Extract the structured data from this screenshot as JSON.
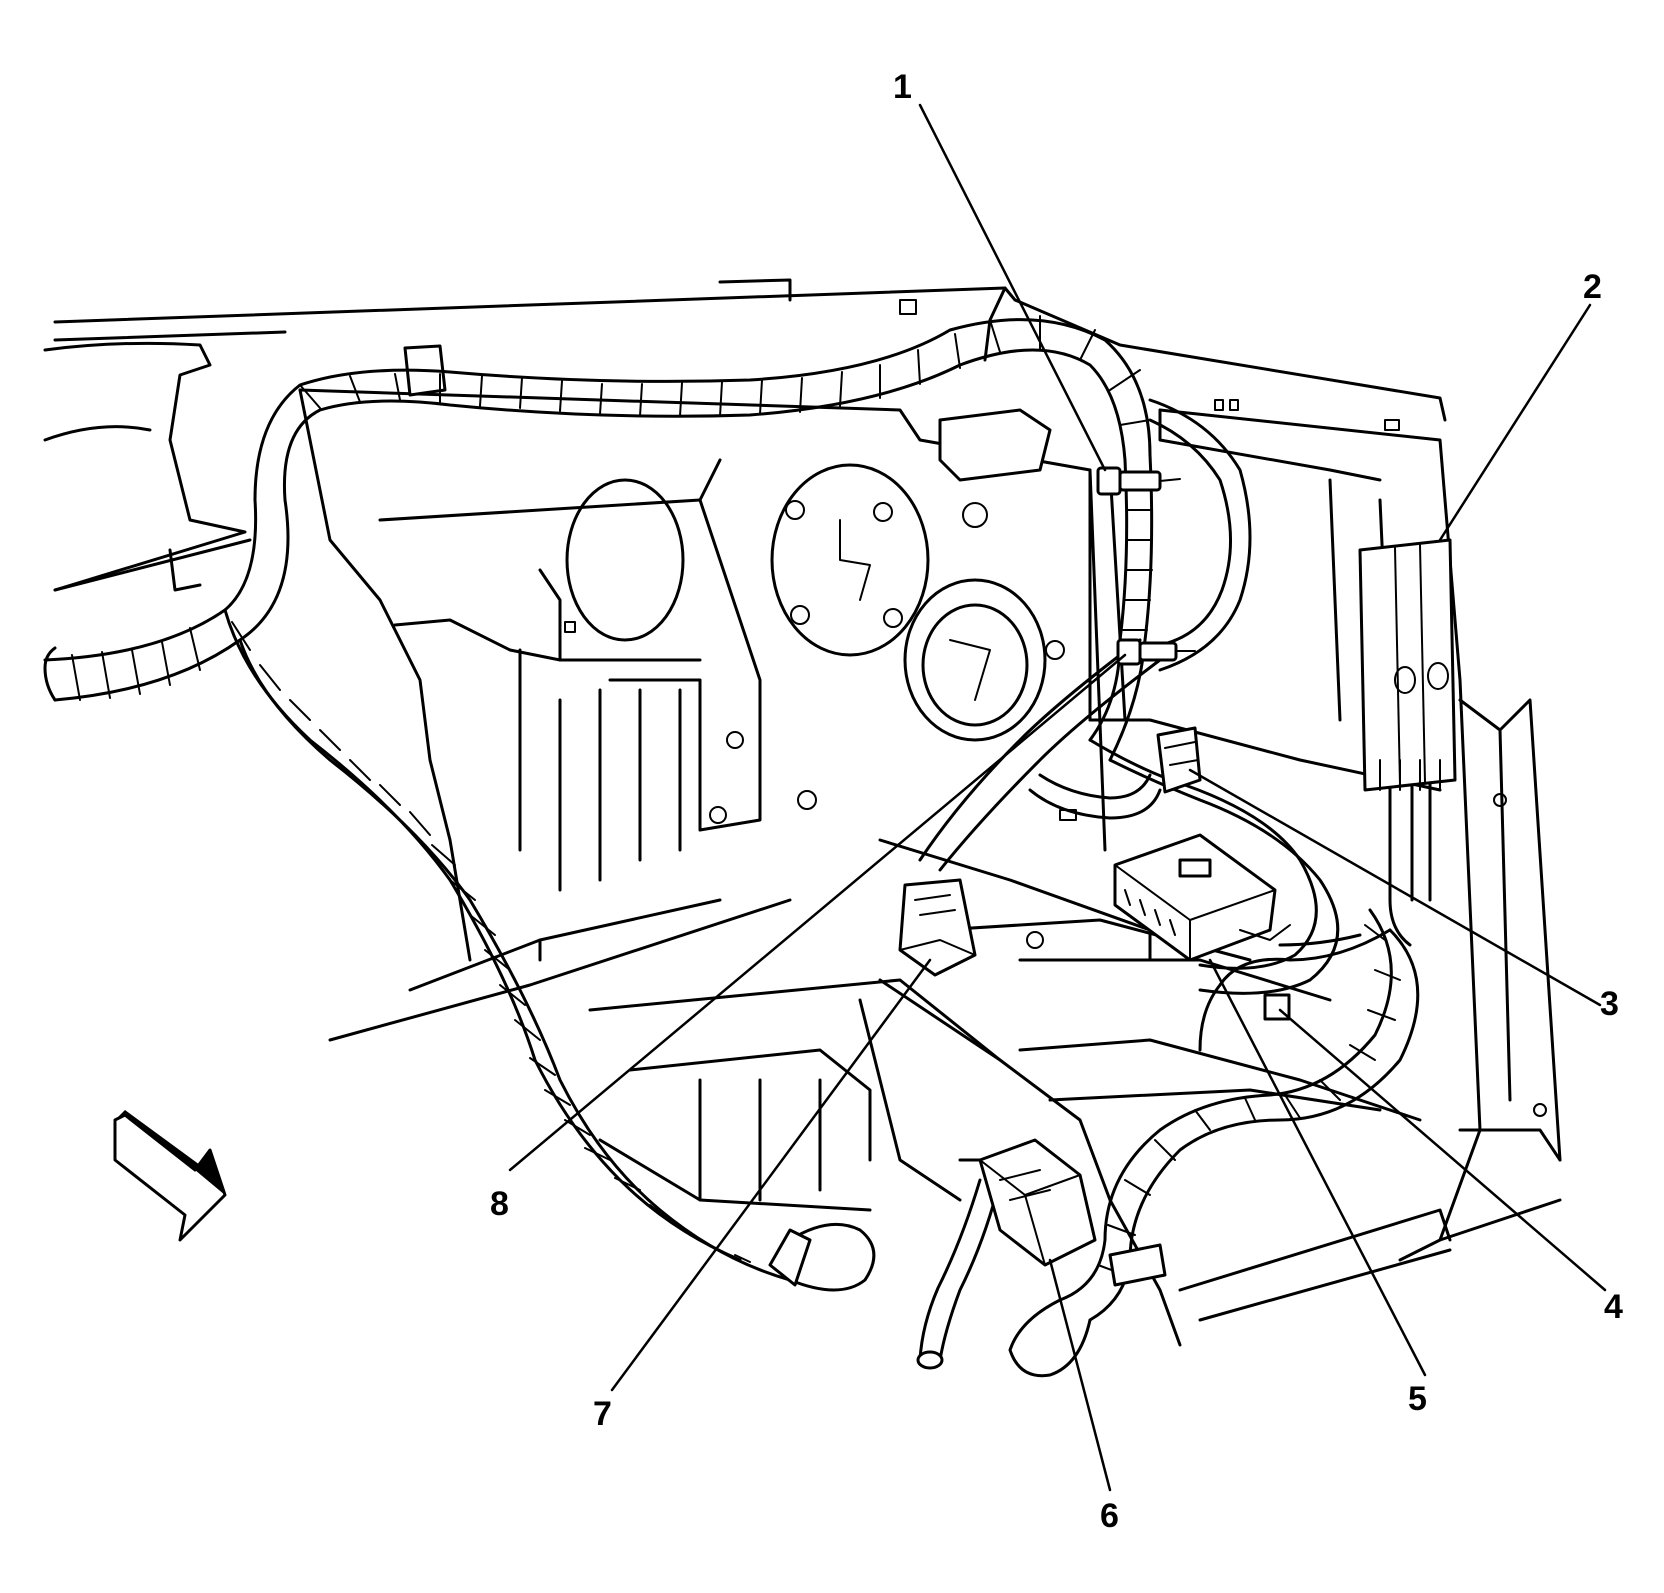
{
  "callouts": [
    {
      "id": "1",
      "label": "1"
    },
    {
      "id": "2",
      "label": "2"
    },
    {
      "id": "3",
      "label": "3"
    },
    {
      "id": "4",
      "label": "4"
    },
    {
      "id": "5",
      "label": "5"
    },
    {
      "id": "6",
      "label": "6"
    },
    {
      "id": "7",
      "label": "7"
    },
    {
      "id": "8",
      "label": "8"
    }
  ],
  "direction_arrow": {
    "icon": "direction-arrow-icon"
  },
  "colors": {
    "line": "#000000",
    "background": "#ffffff"
  }
}
